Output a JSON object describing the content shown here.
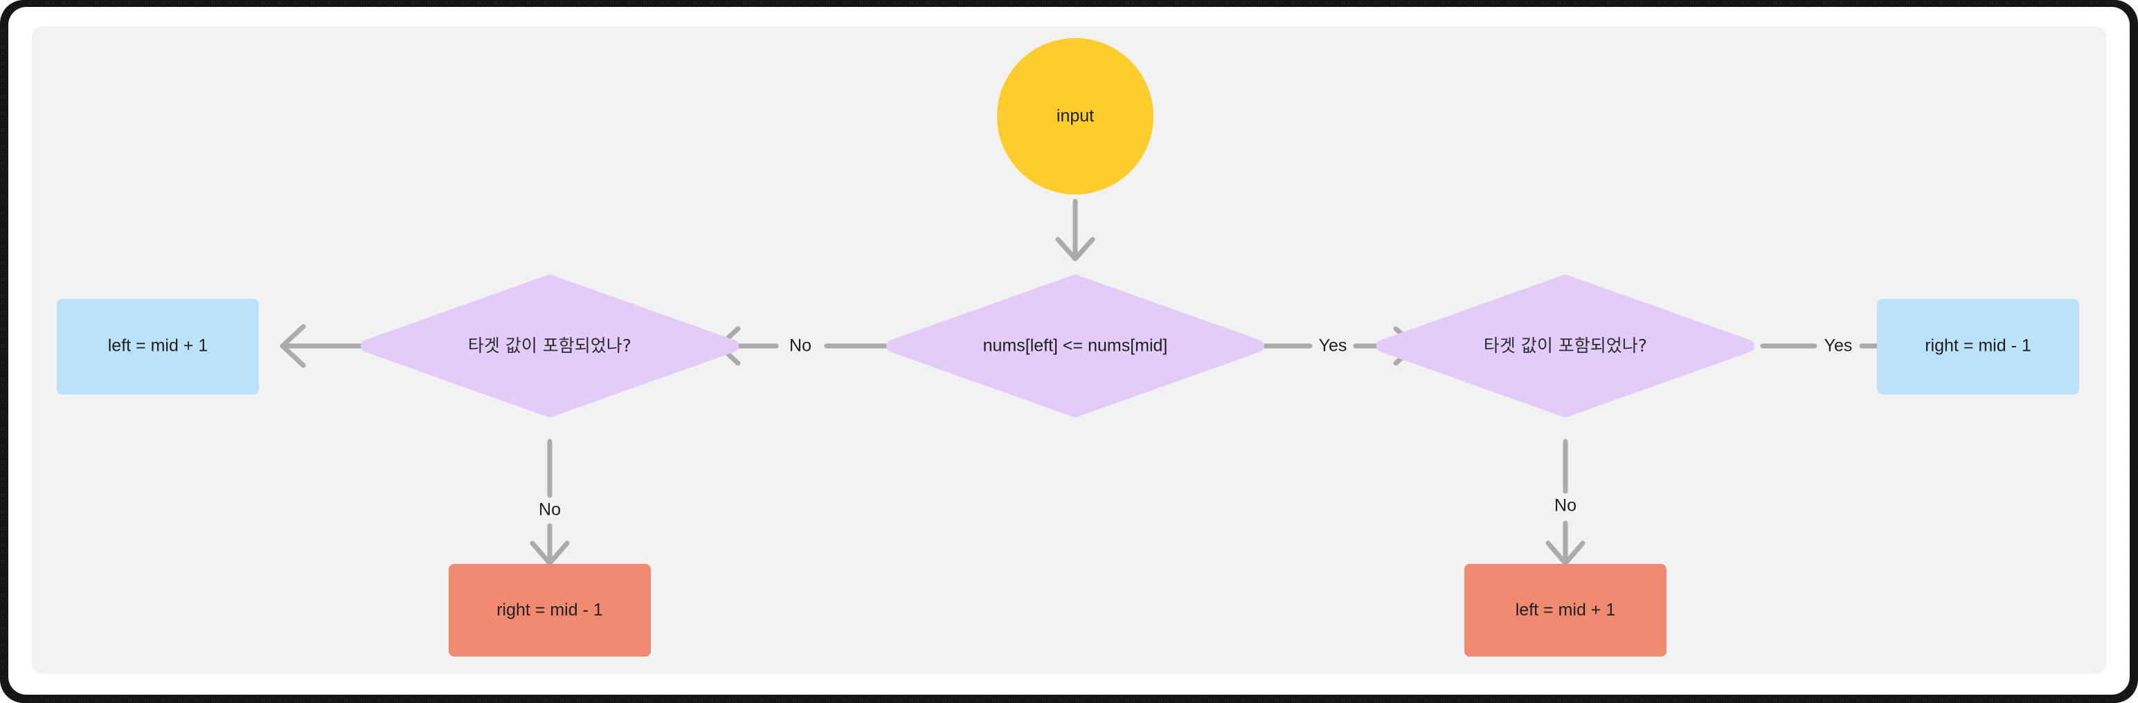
{
  "canvas": {
    "background_color": "#f2f2f2",
    "frame_color": "#111111",
    "matte_color": "#ffffff"
  },
  "palette": {
    "start_node": "#FFCC2E",
    "decision_node": "#E3CCFA",
    "assign_blue": "#BBE1FB",
    "assign_salmon": "#F08A70",
    "edge": "#ababab",
    "text": "#1f1f1f"
  },
  "nodes": {
    "start": {
      "id": "input",
      "label": "input",
      "shape": "circle",
      "color": "#FFCC2E"
    },
    "decision_center": {
      "id": "cond-sorted-left",
      "label": "nums[left] <= nums[mid]",
      "shape": "diamond",
      "color": "#E3CCFA"
    },
    "decision_left": {
      "id": "cond-target-left",
      "label": "타겟 값이 포함되었나?",
      "shape": "diamond",
      "color": "#E3CCFA"
    },
    "decision_right": {
      "id": "cond-target-right",
      "label": "타겟 값이 포함되었나?",
      "shape": "diamond",
      "color": "#E3CCFA"
    },
    "assign_far_left": {
      "id": "left-mid-plus-one-blue",
      "label": "left = mid + 1",
      "shape": "rounded-rect",
      "color": "#BBE1FB"
    },
    "assign_far_right": {
      "id": "right-mid-minus-one-blue",
      "label": "right = mid - 1",
      "shape": "rounded-rect",
      "color": "#BBE1FB"
    },
    "assign_bottom_left": {
      "id": "right-mid-minus-one-salmon",
      "label": "right = mid - 1",
      "shape": "rounded-rect",
      "color": "#F08A70"
    },
    "assign_bottom_right": {
      "id": "left-mid-plus-one-salmon",
      "label": "left = mid + 1",
      "shape": "rounded-rect",
      "color": "#F08A70"
    }
  },
  "edges": [
    {
      "id": "edge-start-to-center",
      "from": "input",
      "to": "cond-sorted-left",
      "label": "",
      "direction": "down"
    },
    {
      "id": "edge-center-to-left",
      "from": "cond-sorted-left",
      "to": "cond-target-left",
      "label": "No",
      "direction": "left"
    },
    {
      "id": "edge-center-to-right",
      "from": "cond-sorted-left",
      "to": "cond-target-right",
      "label": "Yes",
      "direction": "right"
    },
    {
      "id": "edge-left-to-blue",
      "from": "cond-target-left",
      "to": "left-mid-plus-one-blue",
      "label": "",
      "direction": "left"
    },
    {
      "id": "edge-left-to-salmon",
      "from": "cond-target-left",
      "to": "right-mid-minus-one-salmon",
      "label": "No",
      "direction": "down"
    },
    {
      "id": "edge-right-to-blue",
      "from": "cond-target-right",
      "to": "right-mid-minus-one-blue",
      "label": "Yes",
      "direction": "right"
    },
    {
      "id": "edge-right-to-salmon",
      "from": "cond-target-right",
      "to": "left-mid-plus-one-salmon",
      "label": "No",
      "direction": "down"
    }
  ],
  "edge_labels": {
    "center_left": "No",
    "center_right": "Yes",
    "right_out": "Yes",
    "left_down": "No",
    "right_down": "No"
  }
}
